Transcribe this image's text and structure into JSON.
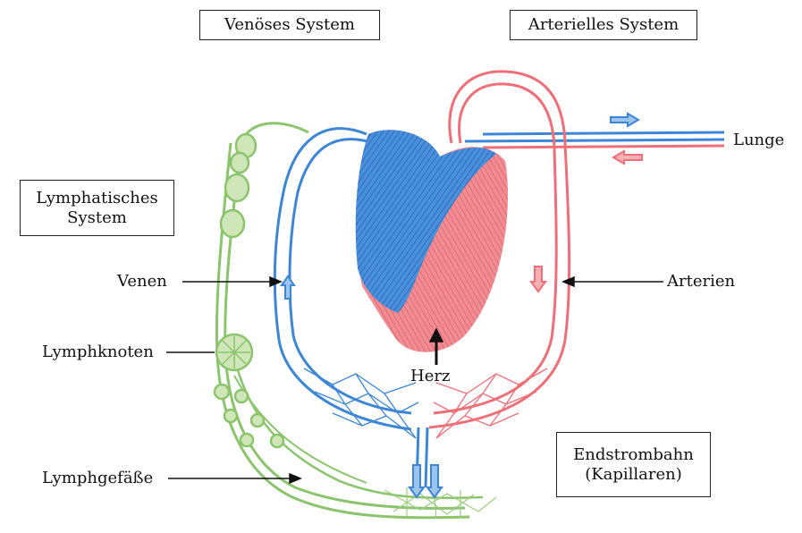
{
  "headers": {
    "venous": "Venöses System",
    "arterial": "Arterielles System",
    "lymphatic": "Lymphatisches\nSystem",
    "capillary": "Endstrombahn\n(Kapillaren)"
  },
  "labels": {
    "lunge": "Lunge",
    "venen": "Venen",
    "arterien": "Arterien",
    "herz": "Herz",
    "lymphknoten": "Lymphknoten",
    "lymphgefaesse": "Lymphgefäße"
  },
  "colors": {
    "venous": "#3d86d6",
    "arterial": "#ee6f78",
    "lymph": "#8cc46e",
    "line": "#111111"
  }
}
